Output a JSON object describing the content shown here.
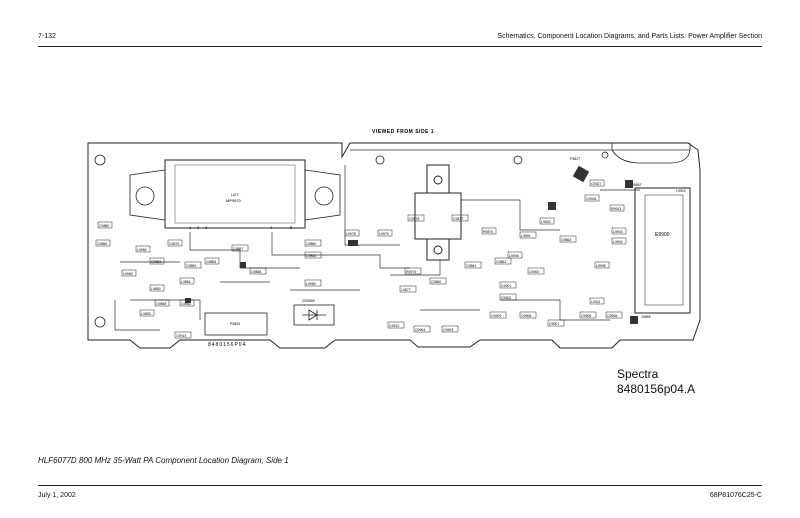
{
  "header": {
    "page_number": "7-132",
    "section_title": "Schematics, Component Location Diagrams, and Parts Lists: Power Amplifier Section"
  },
  "diagram": {
    "view_label": "VIEWED FROM SIDE 1",
    "ic_label": "U27",
    "ic_part": "MP9670",
    "board_marking": "8480156P04",
    "components": [
      "C9880",
      "L9980",
      "C9857",
      "C9870",
      "C9880",
      "L9980",
      "R9975",
      "L9877",
      "C9876",
      "C9877",
      "L9979",
      "C9850",
      "C9858",
      "L9978",
      "C9859",
      "C9860",
      "C9861",
      "C9862",
      "C9863",
      "L9901",
      "L9902",
      "C9900",
      "C9901",
      "C9902",
      "C9903",
      "C9904",
      "C9905",
      "C9906",
      "C9907",
      "L9905",
      "L9906",
      "C9908",
      "C9909",
      "L9911",
      "C9912",
      "C9913",
      "P9803",
      "CR9850",
      "J9857",
      "L9910",
      "L9903",
      "L9904",
      "E9900",
      "J9858",
      "R9876",
      "C9927",
      "C9926",
      "R9913",
      "P9827",
      "L9850",
      "L9851",
      "C9852",
      "L9960",
      "C9853",
      "C9854",
      "C9855",
      "C9856",
      "L9853"
    ],
    "pins": [
      "1",
      "2",
      "3",
      "4",
      "5"
    ]
  },
  "stamp": {
    "line1": "Spectra",
    "line2": "8480156p04.A"
  },
  "caption": "HLF6077D 800 MHz 35-Watt PA Component Location Diagram, Side 1",
  "footer": {
    "date": "July 1, 2002",
    "doc_number": "68P81076C25-C"
  }
}
